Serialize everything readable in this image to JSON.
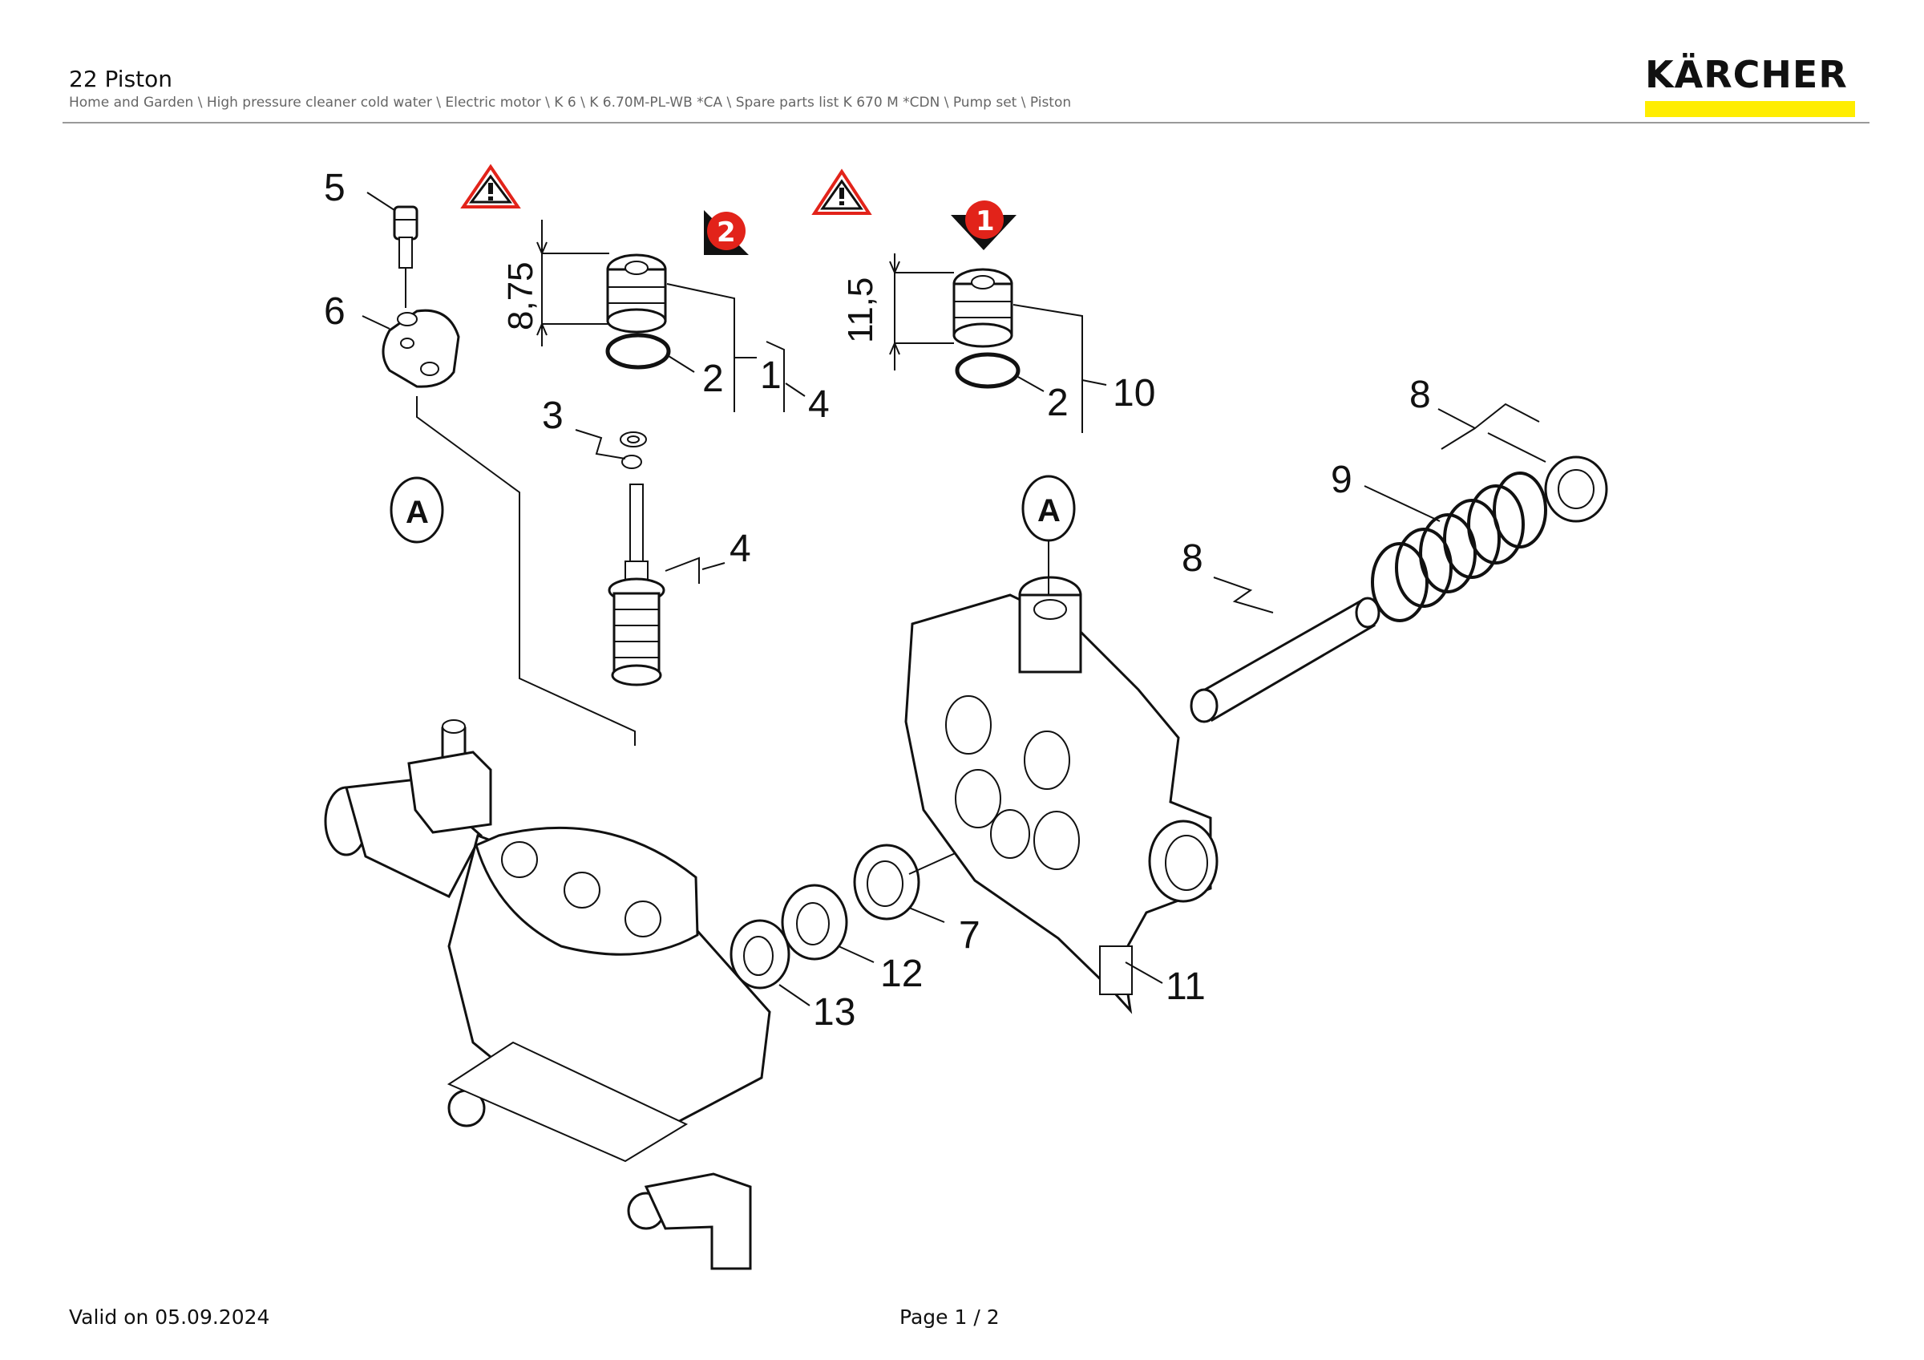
{
  "header": {
    "title": "22 Piston",
    "breadcrumb": "Home and Garden \\ High pressure cleaner cold water \\ Electric motor \\ K 6 \\ K 6.70M-PL-WB *CA \\ Spare parts list K 670 M *CDN \\ Pump set \\ Piston",
    "logo_text": "KÄRCHER"
  },
  "colors": {
    "brand_yellow": "#ffed00",
    "warning_red": "#e2231a"
  },
  "diagram": {
    "callouts": {
      "c5": "5",
      "c6": "6",
      "c3": "3",
      "c2a": "2",
      "c1": "1",
      "c4a": "4",
      "c4b": "4",
      "c2b": "2",
      "c10": "10",
      "c8a": "8",
      "c8b": "8",
      "c9": "9",
      "c7": "7",
      "c12": "12",
      "c13": "13",
      "c11": "11"
    },
    "dimensions": {
      "d1": "8,75",
      "d2": "11,5"
    },
    "badges": {
      "b1": "1",
      "b2": "2"
    },
    "ref_marks": {
      "ra": "A",
      "rb": "A"
    },
    "icons": [
      "warning-triangle-icon",
      "warning-triangle-icon",
      "marker-badge-icon",
      "marker-badge-icon"
    ]
  },
  "footer": {
    "valid_on": "Valid on 05.09.2024",
    "page": "Page 1 / 2"
  }
}
